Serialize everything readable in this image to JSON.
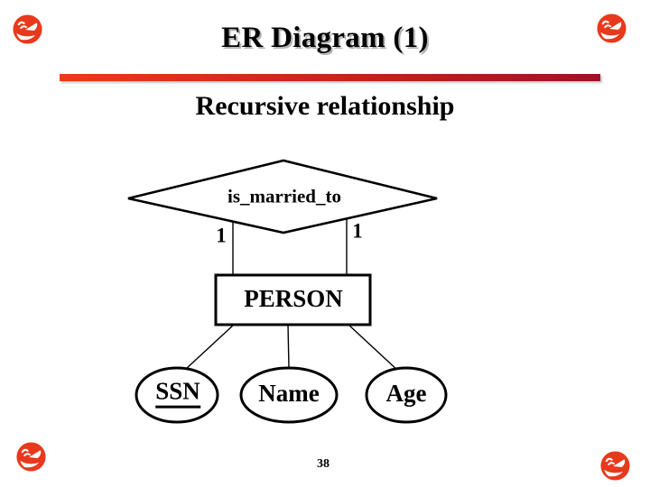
{
  "slide": {
    "title": "ER Diagram (1)",
    "subtitle": "Recursive relationship",
    "page_number": "38"
  },
  "diagram": {
    "relationship": {
      "label": "is_married_to"
    },
    "cardinality_left": "1",
    "cardinality_right": "1",
    "entity": {
      "label": "PERSON"
    },
    "attributes": [
      {
        "label": "SSN",
        "underlined": true
      },
      {
        "label": "Name",
        "underlined": false
      },
      {
        "label": "Age",
        "underlined": false
      }
    ]
  },
  "decorations": {
    "corner_icon": "comet-ball-icon",
    "corner_icon_color": "#e8391c",
    "accent_bar_gradient": [
      "#ee3a15",
      "#9e1226"
    ]
  }
}
